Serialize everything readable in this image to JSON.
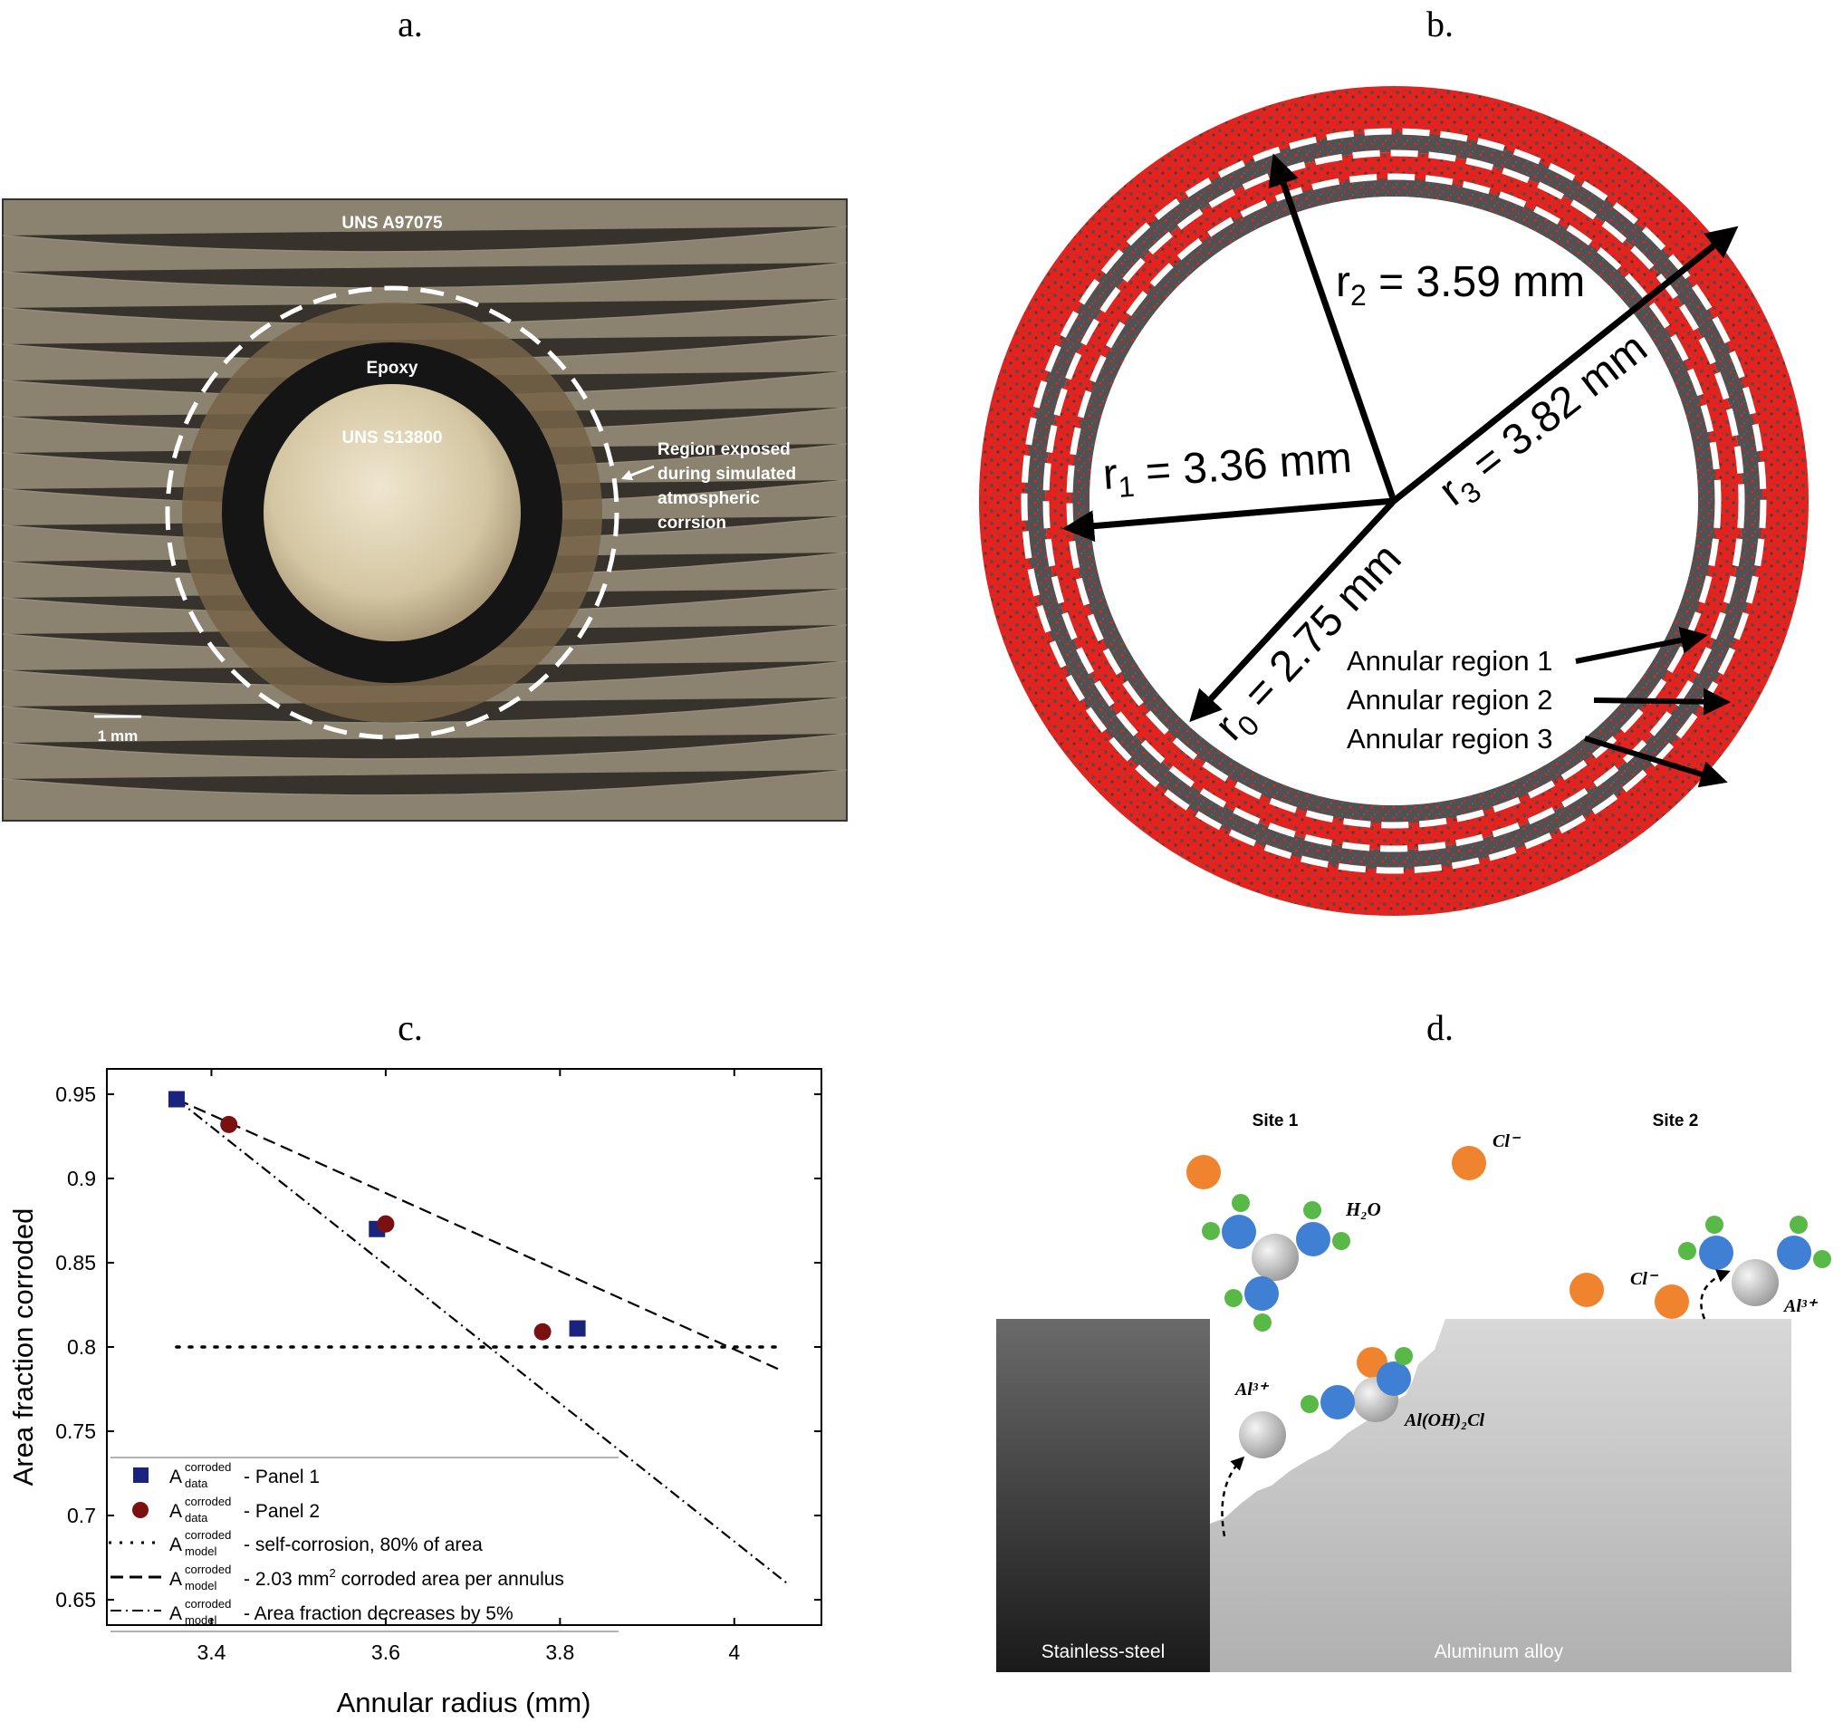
{
  "panel_labels": {
    "a": "a.",
    "b": "b.",
    "c": "c.",
    "d": "d."
  },
  "panel_a": {
    "substrate_label": "UNS A97075",
    "epoxy_label": "Epoxy",
    "fastener_label": "UNS S13800",
    "region_note": [
      "Region exposed",
      "during simulated",
      "atmospheric",
      "corrsion"
    ],
    "scale_label": "1 mm"
  },
  "panel_b": {
    "r2": "r2 = 3.59 mm",
    "r1": "r1 = 3.36 mm",
    "r3": "r3 = 3.82 mm",
    "r0": "r0 = 2.75 mm",
    "annular_labels": [
      "Annular region 1",
      "Annular region 2",
      "Annular region 3"
    ]
  },
  "panel_d": {
    "site1": "Site 1",
    "site2": "Site 2",
    "cl_ion": "Cl⁻",
    "cl_ion_2": "Cl⁻",
    "h2o": "H₂O",
    "al_ion_1": "Al³⁺",
    "al_ion_2": "Al³⁺",
    "product": "Al(OH)₂Cl",
    "steel_label": "Stainless-steel",
    "alloy_label": "Aluminum alloy"
  },
  "chart_data": {
    "type": "scatter",
    "xlabel": "Annular radius (mm)",
    "ylabel": "Area fraction corroded",
    "xlim": [
      3.28,
      4.1
    ],
    "ylim": [
      0.635,
      0.965
    ],
    "xticks": [
      3.4,
      3.6,
      3.8,
      4
    ],
    "yticks": [
      0.65,
      0.7,
      0.75,
      0.8,
      0.85,
      0.9,
      0.95
    ],
    "xtick_labels": [
      "3.4",
      "3.6",
      "3.8",
      "4"
    ],
    "ytick_labels": [
      "0.65",
      "0.7",
      "0.75",
      "0.8",
      "0.85",
      "0.9",
      "0.95"
    ],
    "series": [
      {
        "name": "A data corroded - Panel 1",
        "marker": "square",
        "color": "#1a237e",
        "x": [
          3.36,
          3.59,
          3.82
        ],
        "y": [
          0.947,
          0.87,
          0.811
        ]
      },
      {
        "name": "A data corroded - Panel 2",
        "marker": "circle",
        "color": "#7b1010",
        "x": [
          3.42,
          3.6,
          3.78
        ],
        "y": [
          0.932,
          0.873,
          0.809
        ]
      }
    ],
    "model_lines": [
      {
        "name": "self-corrosion, 80% of area",
        "style": "dotted",
        "x": [
          3.36,
          4.05
        ],
        "y": [
          0.8,
          0.8
        ]
      },
      {
        "name": "2.03 mm2 corroded area per annulus",
        "style": "dashed",
        "x": [
          3.36,
          4.05
        ],
        "y": [
          0.947,
          0.787
        ]
      },
      {
        "name": "Area fraction decreases by 5%",
        "style": "dashdot",
        "x": [
          3.36,
          4.06
        ],
        "y": [
          0.947,
          0.66
        ]
      }
    ],
    "legend": [
      {
        "sub": "data",
        "text": "- Panel 1",
        "sup": "corroded"
      },
      {
        "sub": "data",
        "text": "- Panel 2",
        "sup": "corroded"
      },
      {
        "sub": "model",
        "text": "- self-corrosion, 80% of area",
        "sup": "corroded"
      },
      {
        "sub": "model",
        "text": "- 2.03 mm",
        "sup": "corroded",
        "tail_sup": "2",
        "tail": " corroded area per annulus"
      },
      {
        "sub": "model",
        "text": "- Area fraction decreases by 5%",
        "sup": "corroded"
      }
    ],
    "legend_symbol": "A",
    "legend_placement": "bottom-left"
  }
}
